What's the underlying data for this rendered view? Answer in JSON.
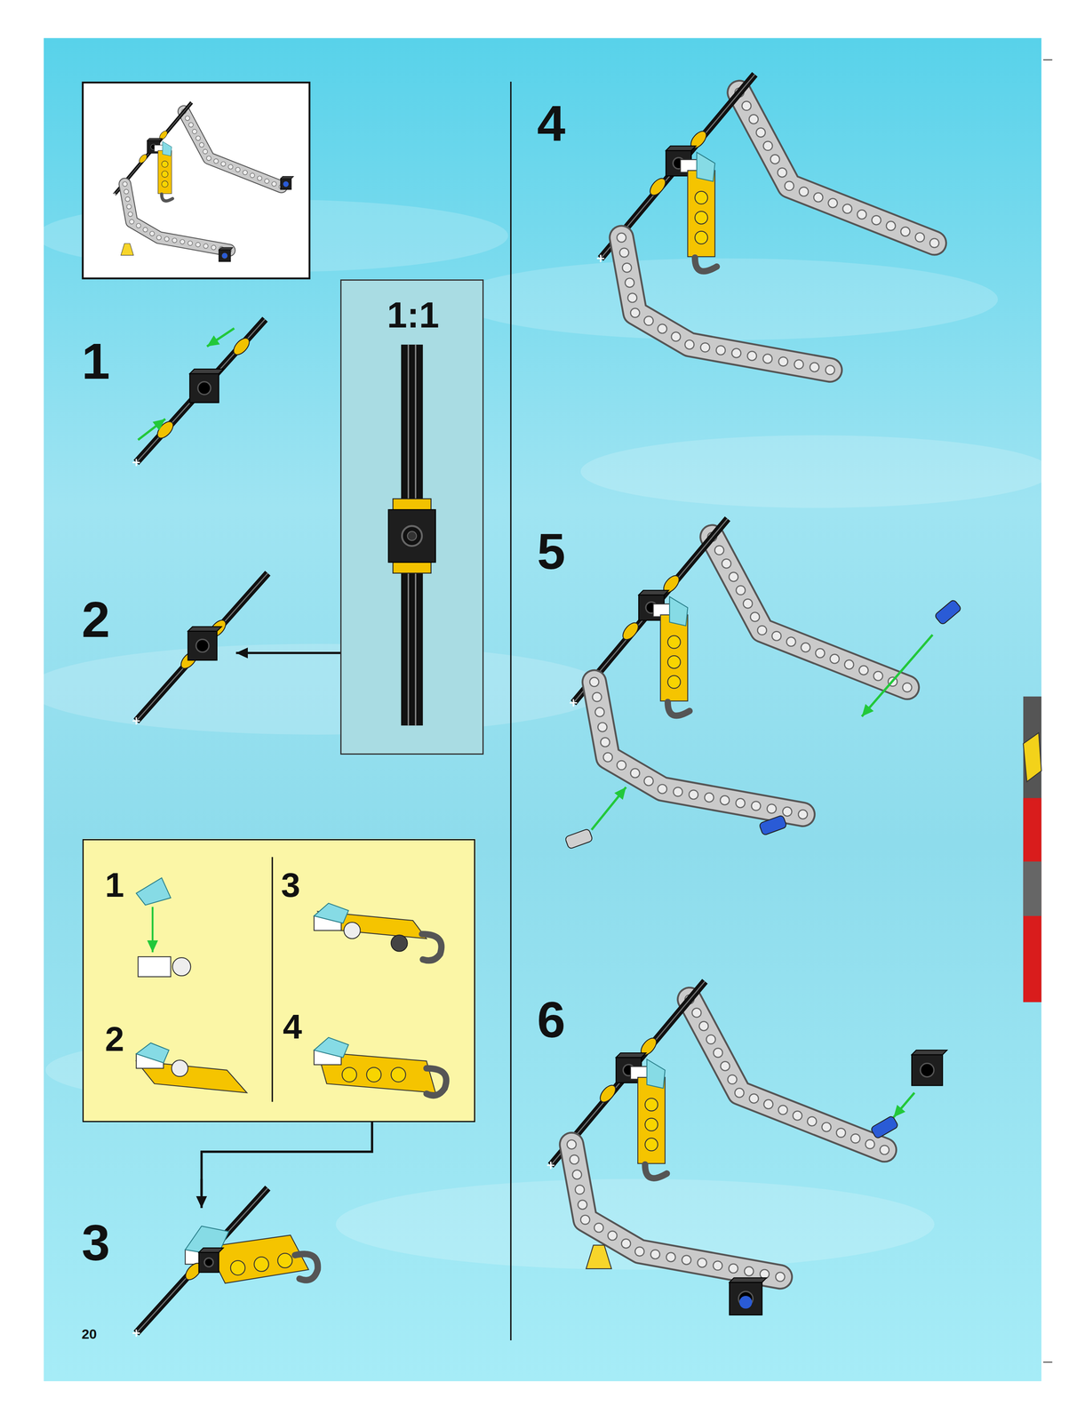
{
  "diagram": {
    "nodes": [
      {
        "text": [
          "1:1"
        ]
      },
      {
        "text": [
          "1",
          "2",
          "3",
          "4"
        ]
      }
    ],
    "labels": [
      "1",
      "2",
      "3",
      "4",
      "5",
      "6",
      "20"
    ]
  }
}
